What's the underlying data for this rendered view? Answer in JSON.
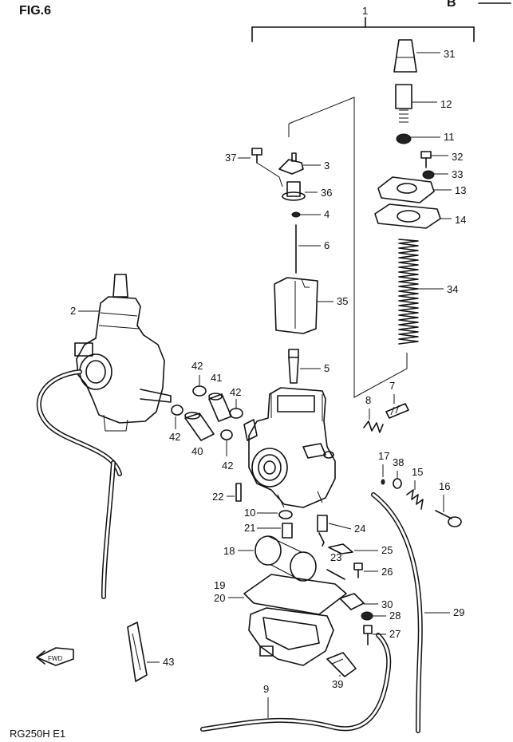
{
  "figure": {
    "title": "FIG.6",
    "corner_mark": "B",
    "model_code": "RG250H E1",
    "front_label": "FWD"
  },
  "callouts": [
    {
      "id": "1",
      "label": "1"
    },
    {
      "id": "31",
      "label": "31"
    },
    {
      "id": "12",
      "label": "12"
    },
    {
      "id": "11",
      "label": "11"
    },
    {
      "id": "32",
      "label": "32"
    },
    {
      "id": "33",
      "label": "33"
    },
    {
      "id": "13",
      "label": "13"
    },
    {
      "id": "14",
      "label": "14"
    },
    {
      "id": "34",
      "label": "34"
    },
    {
      "id": "37",
      "label": "37"
    },
    {
      "id": "3",
      "label": "3"
    },
    {
      "id": "36",
      "label": "36"
    },
    {
      "id": "4",
      "label": "4"
    },
    {
      "id": "6",
      "label": "6"
    },
    {
      "id": "35",
      "label": "35"
    },
    {
      "id": "5",
      "label": "5"
    },
    {
      "id": "2",
      "label": "2"
    },
    {
      "id": "42a",
      "label": "42"
    },
    {
      "id": "41",
      "label": "41"
    },
    {
      "id": "42b",
      "label": "42"
    },
    {
      "id": "42c",
      "label": "42"
    },
    {
      "id": "40",
      "label": "40"
    },
    {
      "id": "42d",
      "label": "42"
    },
    {
      "id": "8",
      "label": "8"
    },
    {
      "id": "7",
      "label": "7"
    },
    {
      "id": "17",
      "label": "17"
    },
    {
      "id": "38",
      "label": "38"
    },
    {
      "id": "15",
      "label": "15"
    },
    {
      "id": "16",
      "label": "16"
    },
    {
      "id": "22",
      "label": "22"
    },
    {
      "id": "10",
      "label": "10"
    },
    {
      "id": "21",
      "label": "21"
    },
    {
      "id": "24",
      "label": "24"
    },
    {
      "id": "18",
      "label": "18"
    },
    {
      "id": "25",
      "label": "25"
    },
    {
      "id": "23",
      "label": "23"
    },
    {
      "id": "26",
      "label": "26"
    },
    {
      "id": "19",
      "label": "19"
    },
    {
      "id": "20",
      "label": "20"
    },
    {
      "id": "30",
      "label": "30"
    },
    {
      "id": "29",
      "label": "29"
    },
    {
      "id": "28",
      "label": "28"
    },
    {
      "id": "27",
      "label": "27"
    },
    {
      "id": "43",
      "label": "43"
    },
    {
      "id": "39",
      "label": "39"
    },
    {
      "id": "9",
      "label": "9"
    }
  ]
}
